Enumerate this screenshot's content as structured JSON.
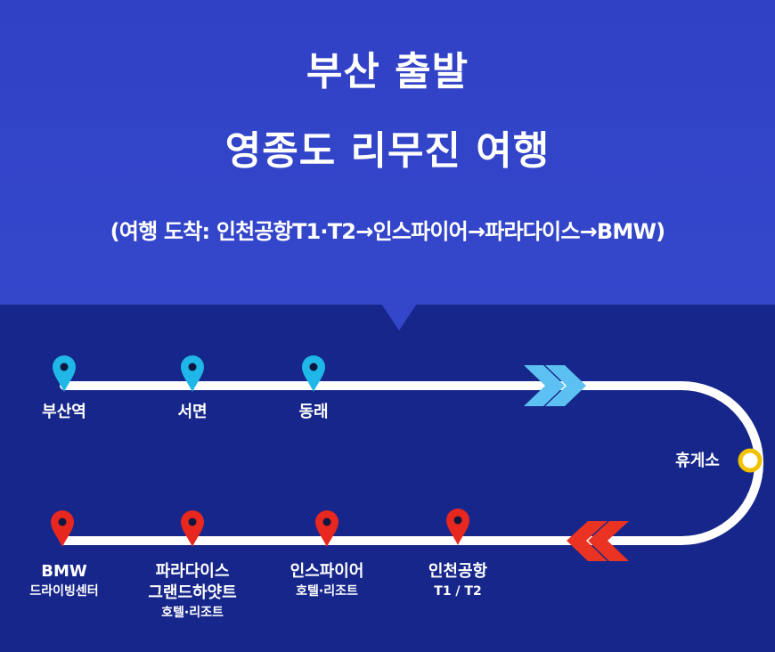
{
  "title_line1": "부산 출발",
  "title_line2": "영종도 리무진 여행",
  "subtitle": "(여행 도착: 인천공항T1·T2→인스파이어→파라다이스→BMW)",
  "colors": {
    "header_bg": "#3447cb",
    "body_bg": "#16268a",
    "route_line": "#ffffff",
    "departure_pin": "#1fb6e8",
    "arrival_pin": "#e8271f",
    "rest_stop": "#f2c200",
    "outbound_chevron": "#5cc1f2",
    "return_chevron": "#ea3323"
  },
  "departure_stops": [
    {
      "name": "부산역"
    },
    {
      "name": "서면"
    },
    {
      "name": "동래"
    }
  ],
  "rest_stop": {
    "name": "휴게소"
  },
  "arrival_stops": [
    {
      "name": "BMW",
      "detail": "드라이빙센터"
    },
    {
      "name": "파라다이스",
      "detail_line1": "그랜드하얏트",
      "detail_line2": "호텔·리조트"
    },
    {
      "name": "인스파이어",
      "detail": "호텔·리조트"
    },
    {
      "name": "인천공항",
      "detail": "T1 / T2"
    }
  ]
}
